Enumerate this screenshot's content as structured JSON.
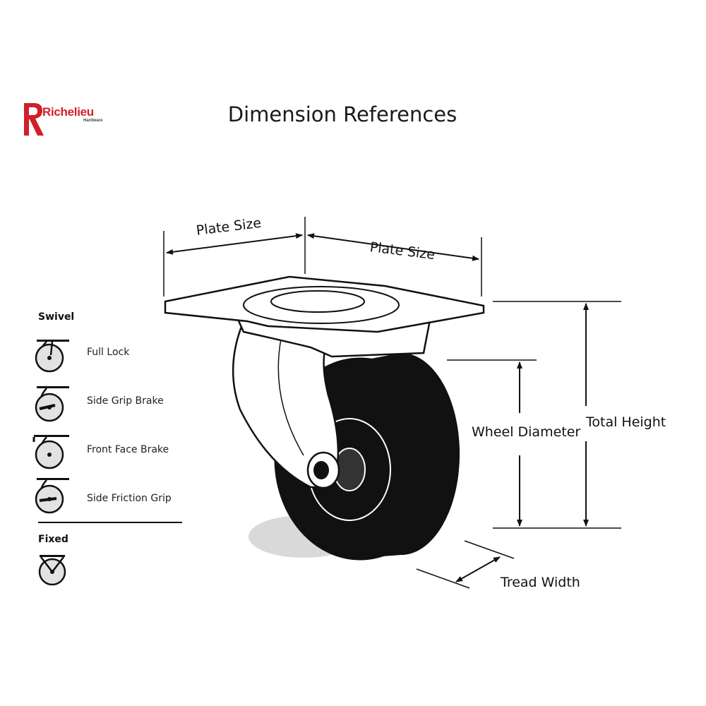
{
  "brand": {
    "name": "Richelieu",
    "subtitle": "Hardware",
    "color": "#d21f2a"
  },
  "title": "Dimension References",
  "dimensions": {
    "plate_size_left": "Plate Size",
    "plate_size_right": "Plate Size",
    "wheel_diameter": "Wheel Diameter",
    "total_height": "Total Height",
    "tread_width": "Tread Width"
  },
  "legend": {
    "swivel_heading": "Swivel",
    "swivel_items": [
      {
        "label": "Full Lock",
        "icon": "full-lock-icon"
      },
      {
        "label": "Side Grip Brake",
        "icon": "side-grip-brake-icon"
      },
      {
        "label": "Front Face Brake",
        "icon": "front-face-brake-icon"
      },
      {
        "label": "Side Friction Grip",
        "icon": "side-friction-grip-icon"
      }
    ],
    "fixed_heading": "Fixed",
    "fixed_icon": "fixed-caster-icon"
  }
}
